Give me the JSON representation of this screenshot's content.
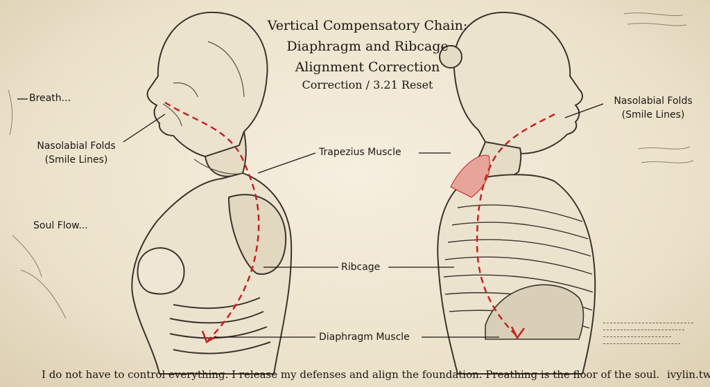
{
  "title": {
    "lines": [
      "Vertical Compensatory Chain:",
      "Diaphragm and Ribcage",
      "Alignment Correction"
    ],
    "subtitle": "Correction / 3.21 Reset"
  },
  "side_notes": {
    "breath": "Breath...",
    "soul_flow": "Soul Flow..."
  },
  "labels": {
    "nasolabial_left": [
      "Nasolabial Folds",
      "(Smile Lines)"
    ],
    "nasolabial_right": [
      "Nasolabial Folds",
      "(Smile Lines)"
    ],
    "trapezius": "Trapezius Muscle",
    "ribcage": "Ribcage",
    "diaphragm": "Diaphragm Muscle"
  },
  "caption": "I do not have to control everything. I release my defenses and align the foundation. Preathing is the floor of the soul.",
  "signature": "ivylin.tw",
  "colors": {
    "flow_line": "#c8201c",
    "highlight": "#d9534f",
    "sketch": "#3a332b"
  }
}
